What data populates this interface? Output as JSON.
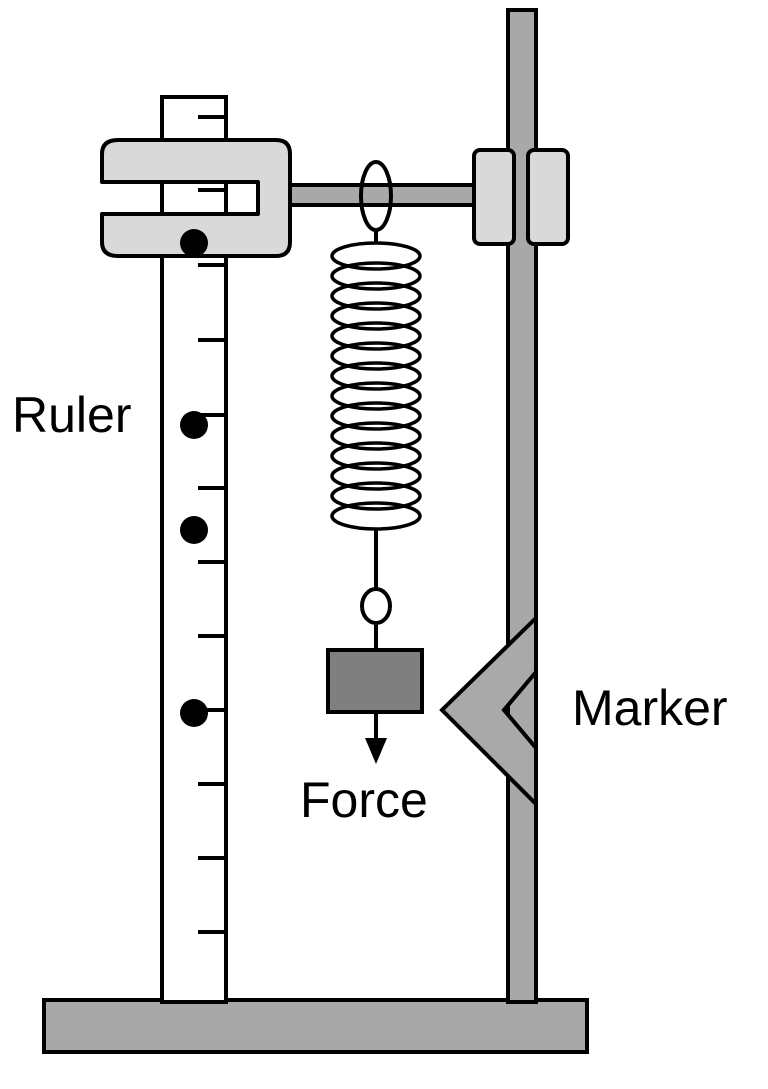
{
  "labels": {
    "ruler": "Ruler",
    "force": "Force",
    "marker": "Marker"
  },
  "colors": {
    "outline": "#000000",
    "background": "#ffffff",
    "stand": "#a8a8a8",
    "clamp": "#d9d9d9",
    "weight": "#7f7f7f",
    "marker": "#a9a9a9",
    "dot": "#000000"
  },
  "components": {
    "spring_coils": 14,
    "ruler_ticks": 12,
    "ruler_dots": 4
  }
}
